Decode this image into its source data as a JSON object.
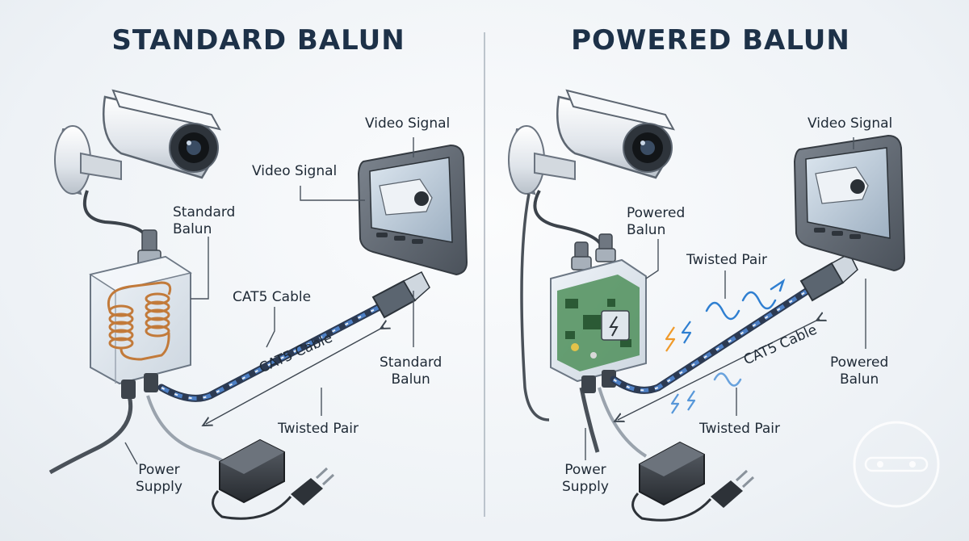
{
  "left": {
    "title": "STANDARD BALUN",
    "labels": {
      "video_signal_top": "Video Signal",
      "video_signal_mid": "Video Signal",
      "standard_balun_top_l1": "Standard",
      "standard_balun_top_l2": "Balun",
      "cat5_upper": "CAT5 Cable",
      "cat5_lower": "CAT5 Cable",
      "standard_balun_right_l1": "Standard",
      "standard_balun_right_l2": "Balun",
      "twisted_pair": "Twisted Pair",
      "power_supply_l1": "Power",
      "power_supply_l2": "Supply"
    }
  },
  "right": {
    "title": "POWERED BALUN",
    "labels": {
      "video_signal": "Video Signal",
      "powered_balun_top_l1": "Powered",
      "powered_balun_top_l2": "Balun",
      "twisted_pair_upper": "Twisted Pair",
      "cat5": "CAT5 Cable",
      "powered_balun_right_l1": "Powered",
      "powered_balun_right_l2": "Balun",
      "twisted_pair_lower": "Twisted Pair",
      "power_supply_l1": "Power",
      "power_supply_l2": "Supply"
    }
  },
  "colors": {
    "title": "#1d3148",
    "cable_blue": "#3f6db3",
    "coil_copper": "#c27a3a",
    "pcb_green": "#4f8f5a",
    "signal_blue": "#2f7fd1",
    "spark_orange": "#f09a2a"
  }
}
